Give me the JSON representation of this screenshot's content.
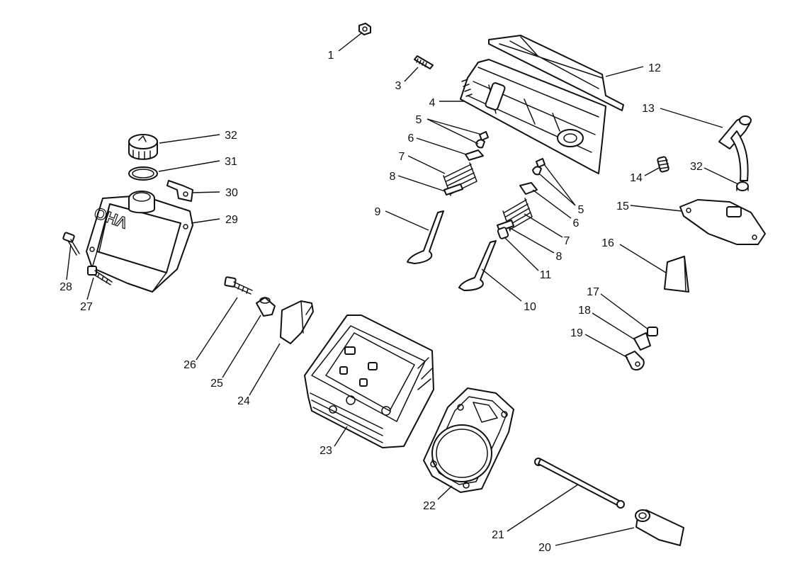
{
  "diagram": {
    "emboss_text": "OHV",
    "callouts": [
      {
        "id": "c1",
        "label": "1"
      },
      {
        "id": "c3",
        "label": "3"
      },
      {
        "id": "c4",
        "label": "4"
      },
      {
        "id": "c5a",
        "label": "5"
      },
      {
        "id": "c6a",
        "label": "6"
      },
      {
        "id": "c7a",
        "label": "7"
      },
      {
        "id": "c8a",
        "label": "8"
      },
      {
        "id": "c9",
        "label": "9"
      },
      {
        "id": "c12",
        "label": "12"
      },
      {
        "id": "c13",
        "label": "13"
      },
      {
        "id": "c14",
        "label": "14"
      },
      {
        "id": "c32b",
        "label": "32"
      },
      {
        "id": "c15",
        "label": "15"
      },
      {
        "id": "c5b",
        "label": "5"
      },
      {
        "id": "c6b",
        "label": "6"
      },
      {
        "id": "c7b",
        "label": "7"
      },
      {
        "id": "c8b",
        "label": "8"
      },
      {
        "id": "c11",
        "label": "11"
      },
      {
        "id": "c10",
        "label": "10"
      },
      {
        "id": "c16",
        "label": "16"
      },
      {
        "id": "c17",
        "label": "17"
      },
      {
        "id": "c18",
        "label": "18"
      },
      {
        "id": "c19",
        "label": "19"
      },
      {
        "id": "c32a",
        "label": "32"
      },
      {
        "id": "c31",
        "label": "31"
      },
      {
        "id": "c30",
        "label": "30"
      },
      {
        "id": "c29",
        "label": "29"
      },
      {
        "id": "c28",
        "label": "28"
      },
      {
        "id": "c27",
        "label": "27"
      },
      {
        "id": "c26",
        "label": "26"
      },
      {
        "id": "c25",
        "label": "25"
      },
      {
        "id": "c24",
        "label": "24"
      },
      {
        "id": "c23",
        "label": "23"
      },
      {
        "id": "c22",
        "label": "22"
      },
      {
        "id": "c21",
        "label": "21"
      },
      {
        "id": "c20",
        "label": "20"
      }
    ]
  }
}
